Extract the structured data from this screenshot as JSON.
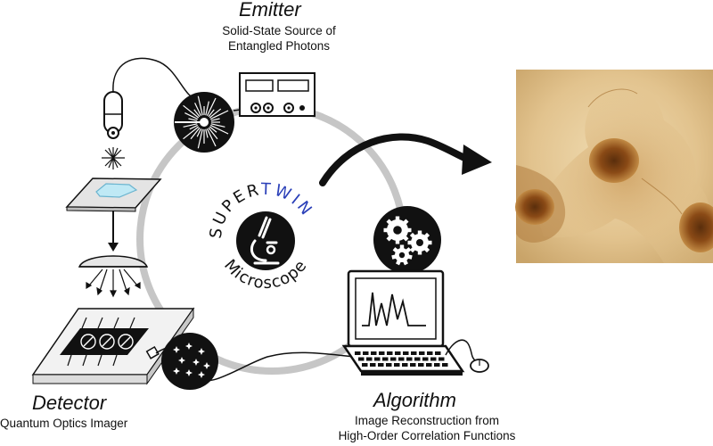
{
  "emitter": {
    "title": "Emitter",
    "subtitle_line1": "Solid-State Source of",
    "subtitle_line2": "Entangled Photons"
  },
  "detector": {
    "title": "Detector",
    "subtitle": "Quantum Optics Imager"
  },
  "algorithm": {
    "title": "Algorithm",
    "subtitle_line1": "Image Reconstruction from",
    "subtitle_line2": "High-Order Correlation Functions"
  },
  "center_logo": {
    "word_super": "SUPER",
    "word_twin": "TWIN",
    "word_microscope": "Microscope",
    "super_color": "#111111",
    "twin_color": "#2a3fb8",
    "icon": "microscope-icon"
  },
  "colors": {
    "ring": "#c6c6c6",
    "cell_image_base": "#d9b57a"
  },
  "icons": [
    "laser-burst-icon",
    "laser-diode-icon",
    "signal-generator-icon",
    "sample-slide-icon",
    "lens-icon",
    "detector-array-icon",
    "photon-stars-icon",
    "gears-icon",
    "laptop-icon",
    "mouse-icon",
    "arrow-right-icon",
    "cell-image"
  ]
}
